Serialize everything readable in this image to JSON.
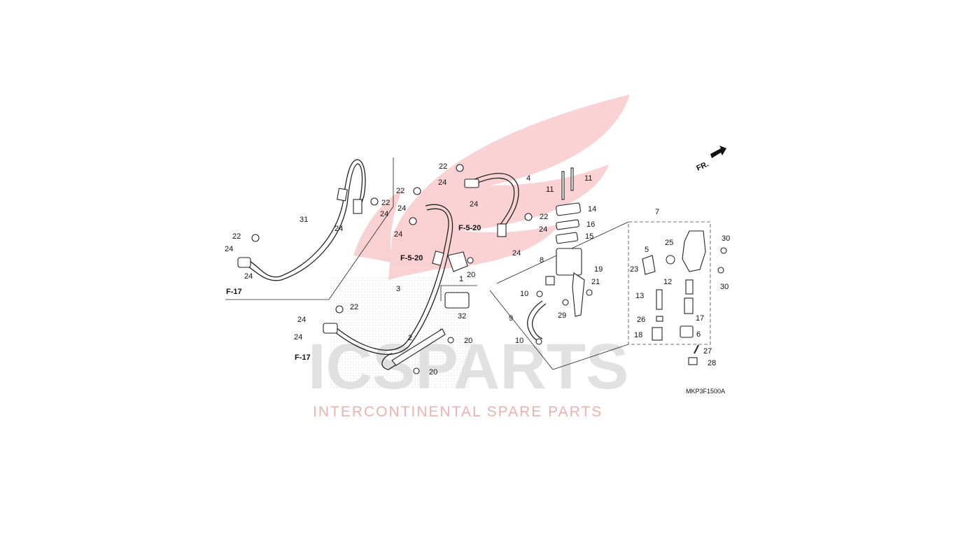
{
  "watermark": {
    "brand": "ICSPARTS",
    "tagline": "INTERCONTINENTAL SPARE PARTS",
    "color_red": "#e8343b",
    "color_gray": "#c9c9c9"
  },
  "diagram": {
    "code": "MKP3F1500A",
    "direction_label": "FR.",
    "labels": [
      {
        "id": "l1",
        "text": "1"
      },
      {
        "id": "l2",
        "text": "2"
      },
      {
        "id": "l3",
        "text": "3"
      },
      {
        "id": "l4",
        "text": "4"
      },
      {
        "id": "l5",
        "text": "5"
      },
      {
        "id": "l6",
        "text": "6"
      },
      {
        "id": "l7",
        "text": "7"
      },
      {
        "id": "l8",
        "text": "8"
      },
      {
        "id": "l9",
        "text": "9"
      },
      {
        "id": "l10a",
        "text": "10"
      },
      {
        "id": "l10b",
        "text": "10"
      },
      {
        "id": "l11a",
        "text": "11"
      },
      {
        "id": "l11b",
        "text": "11"
      },
      {
        "id": "l12",
        "text": "12"
      },
      {
        "id": "l13",
        "text": "13"
      },
      {
        "id": "l14",
        "text": "14"
      },
      {
        "id": "l15",
        "text": "15"
      },
      {
        "id": "l16",
        "text": "16"
      },
      {
        "id": "l17",
        "text": "17"
      },
      {
        "id": "l18",
        "text": "18"
      },
      {
        "id": "l19",
        "text": "19"
      },
      {
        "id": "l20a",
        "text": "20"
      },
      {
        "id": "l20b",
        "text": "20"
      },
      {
        "id": "l20c",
        "text": "20"
      },
      {
        "id": "l21",
        "text": "21"
      },
      {
        "id": "l22a",
        "text": "22"
      },
      {
        "id": "l22b",
        "text": "22"
      },
      {
        "id": "l22c",
        "text": "22"
      },
      {
        "id": "l22d",
        "text": "22"
      },
      {
        "id": "l22e",
        "text": "22"
      },
      {
        "id": "l22f",
        "text": "22"
      },
      {
        "id": "l23",
        "text": "23"
      },
      {
        "id": "l24a",
        "text": "24"
      },
      {
        "id": "l24b",
        "text": "24"
      },
      {
        "id": "l24c",
        "text": "24"
      },
      {
        "id": "l24d",
        "text": "24"
      },
      {
        "id": "l24e",
        "text": "24"
      },
      {
        "id": "l24f",
        "text": "24"
      },
      {
        "id": "l24g",
        "text": "24"
      },
      {
        "id": "l24h",
        "text": "24"
      },
      {
        "id": "l24i",
        "text": "24"
      },
      {
        "id": "l24j",
        "text": "24"
      },
      {
        "id": "l24k",
        "text": "24"
      },
      {
        "id": "l24l",
        "text": "24"
      },
      {
        "id": "l25",
        "text": "25"
      },
      {
        "id": "l26",
        "text": "26"
      },
      {
        "id": "l27",
        "text": "27"
      },
      {
        "id": "l28",
        "text": "28"
      },
      {
        "id": "l29",
        "text": "29"
      },
      {
        "id": "l30a",
        "text": "30"
      },
      {
        "id": "l30b",
        "text": "30"
      },
      {
        "id": "l31",
        "text": "31"
      },
      {
        "id": "l32",
        "text": "32"
      }
    ],
    "refs": [
      {
        "id": "r1",
        "text": "F-17"
      },
      {
        "id": "r2",
        "text": "F-17"
      },
      {
        "id": "r3",
        "text": "F-5-20"
      },
      {
        "id": "r4",
        "text": "F-5-20"
      }
    ]
  }
}
